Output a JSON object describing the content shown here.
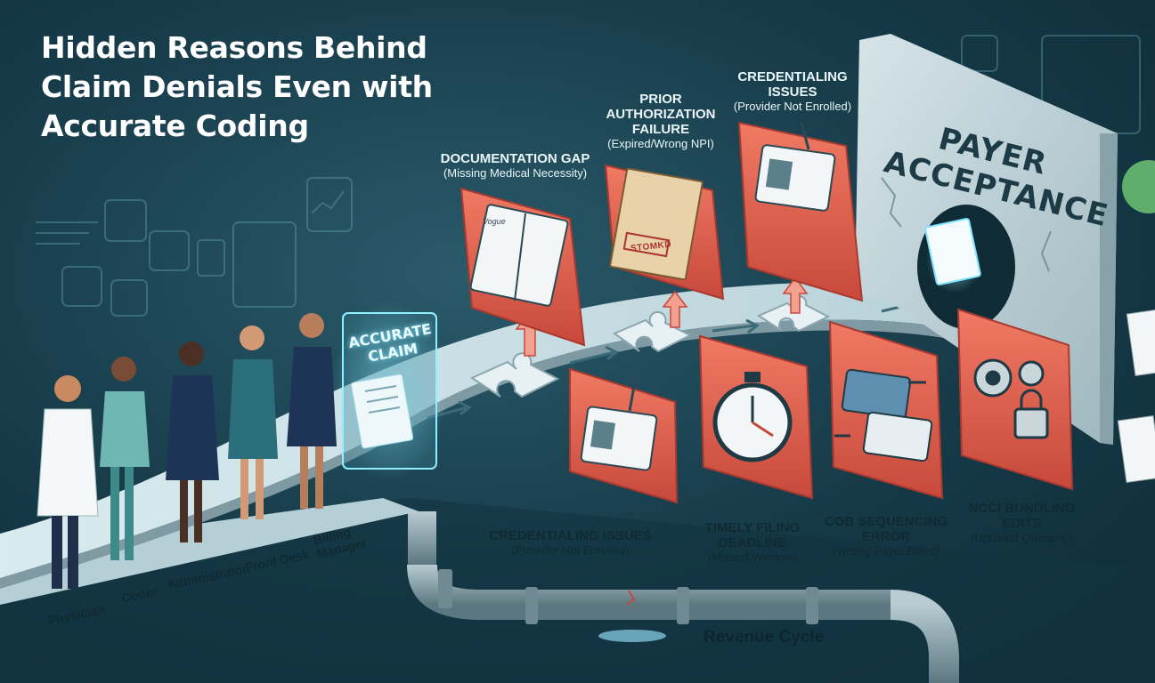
{
  "title": "Hidden Reasons Behind Claim Denials Even with Accurate Coding",
  "roles": [
    "Physician",
    "Coder",
    "Administrator",
    "Front Desk",
    "Billing Manager"
  ],
  "accurate_claim": "ACCURATE CLAIM",
  "payer_acceptance": "PAYER ACCEPTANCE",
  "revenue_cycle": "Revenue Cycle",
  "issues": {
    "documentation_gap": {
      "head": "DOCUMENTATION GAP",
      "sub": "(Missing Medical Necessity)"
    },
    "prior_auth": {
      "head": "PRIOR AUTHORIZATION FAILURE",
      "sub": "(Expired/Wrong NPI)"
    },
    "credentialing_top": {
      "head": "CREDENTIALING ISSUES",
      "sub": "(Provider Not Enrolled)"
    },
    "credentialing_bottom": {
      "head": "CREDENTIALING ISSUES",
      "sub": "(Provider Not Enrolled)"
    },
    "timely_filing": {
      "head": "TIMELY FILING DEADLINE",
      "sub": "(Missed Window)"
    },
    "cob_sequencing": {
      "head": "COB SEQUENCING ERROR",
      "sub": "(Wrong Payer Billed)"
    },
    "ncci_bundling": {
      "head": "NCCI BUNDLING EDITS",
      "sub": "(Updated Quarterly)"
    }
  },
  "stamp_text": "STOMKD",
  "notebook_text": "Vogue",
  "colors": {
    "background": "#163a48",
    "panel_red": "#e0604f",
    "glow_cyan": "#7fe3ff",
    "path": "#cfe3e8",
    "pipe": "#8ea7b0"
  }
}
